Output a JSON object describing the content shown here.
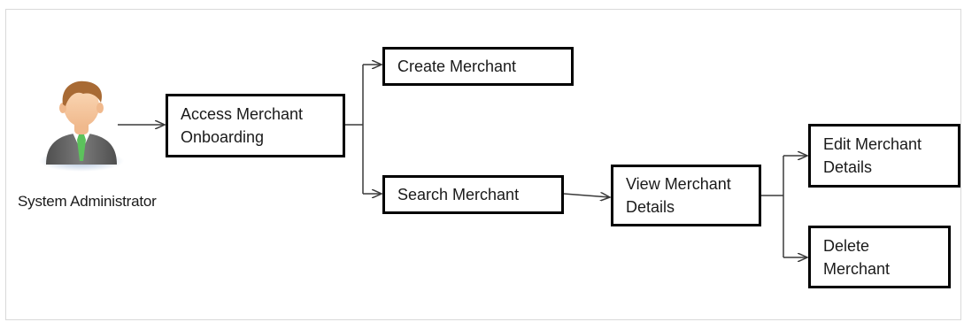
{
  "actor": {
    "label": "System Administrator",
    "icon": "person-icon"
  },
  "nodes": {
    "access": {
      "line1": "Access Merchant",
      "line2": "Onboarding"
    },
    "create": {
      "line1": "Create Merchant"
    },
    "search": {
      "line1": "Search Merchant"
    },
    "view": {
      "line1": "View Merchant",
      "line2": "Details"
    },
    "edit": {
      "line1": "Edit Merchant",
      "line2": "Details"
    },
    "delete": {
      "line1": "Delete",
      "line2": "Merchant"
    }
  },
  "colors": {
    "box_border": "#000000",
    "connector": "#3a3a3a",
    "tie": "#5cc25c",
    "suit": "#6f6f6f",
    "hair": "#a86a34"
  }
}
